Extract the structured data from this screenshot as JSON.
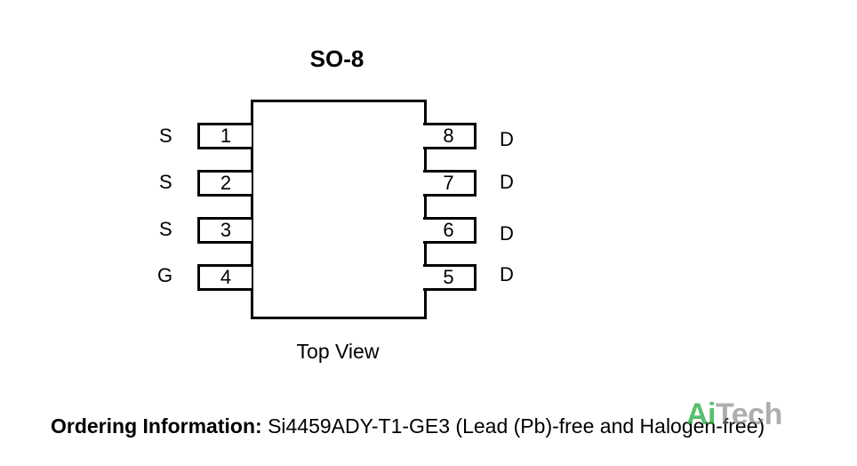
{
  "package": {
    "title": "SO-8",
    "view_label": "Top View"
  },
  "pins_left": [
    {
      "number": "1",
      "signal": "S"
    },
    {
      "number": "2",
      "signal": "S"
    },
    {
      "number": "3",
      "signal": "S"
    },
    {
      "number": "4",
      "signal": "G"
    }
  ],
  "pins_right": [
    {
      "number": "8",
      "signal": "D"
    },
    {
      "number": "7",
      "signal": "D"
    },
    {
      "number": "6",
      "signal": "D"
    },
    {
      "number": "5",
      "signal": "D"
    }
  ],
  "ordering": {
    "label": "Ordering Information:",
    "value": "Si4459ADY-T1-GE3 (Lead (Pb)-free and Halogen-free)"
  },
  "watermark": {
    "part1": "Ai",
    "part2": "Tech"
  },
  "colors": {
    "outline": "#000000",
    "watermark_green": "#22aa3c",
    "watermark_gray": "#787878"
  }
}
